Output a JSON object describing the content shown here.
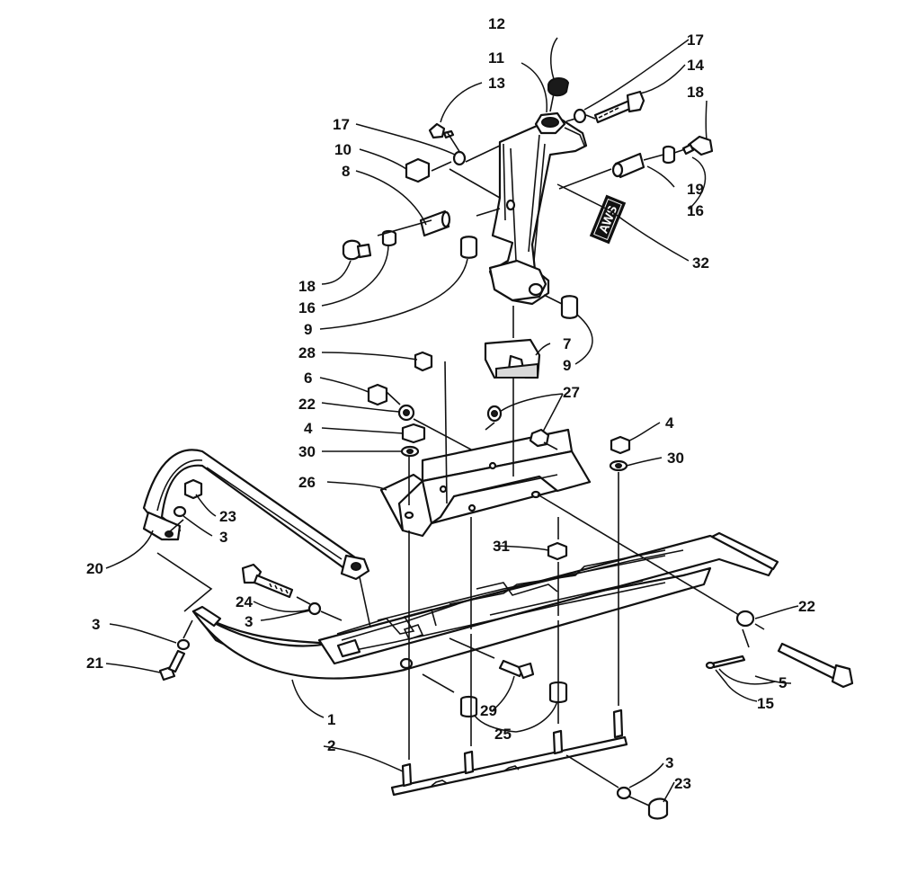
{
  "callouts": {
    "n1": "1",
    "n2": "2",
    "n3a": "3",
    "n3b": "3",
    "n3c": "3",
    "n3d": "3",
    "n4a": "4",
    "n4b": "4",
    "n5": "5",
    "n6": "6",
    "n7": "7",
    "n8": "8",
    "n9a": "9",
    "n9b": "9",
    "n10": "10",
    "n11": "11",
    "n12": "12",
    "n13": "13",
    "n14": "14",
    "n15": "15",
    "n16a": "16",
    "n16b": "16",
    "n17a": "17",
    "n17b": "17",
    "n18a": "18",
    "n18b": "18",
    "n19": "19",
    "n20": "20",
    "n21": "21",
    "n22a": "22",
    "n22b": "22",
    "n23a": "23",
    "n23b": "23",
    "n24": "24",
    "n25": "25",
    "n26": "26",
    "n27": "27",
    "n28": "28",
    "n29": "29",
    "n30a": "30",
    "n30b": "30",
    "n31": "31",
    "n32": "32"
  },
  "decal": {
    "text": "AWS"
  }
}
